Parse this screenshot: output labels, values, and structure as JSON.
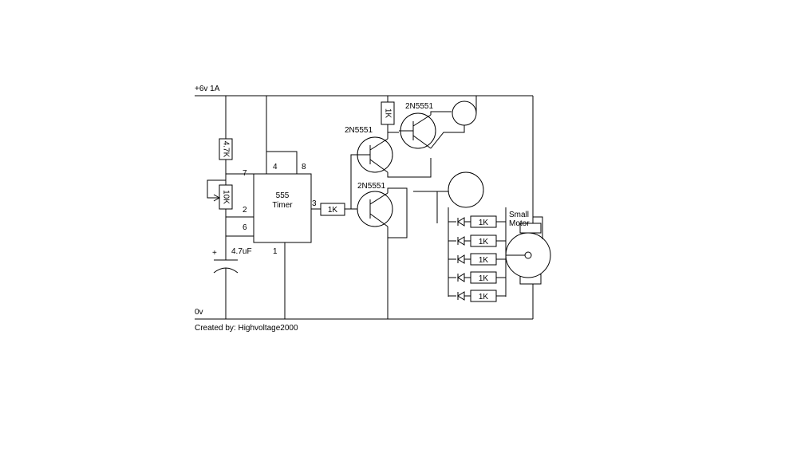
{
  "rail_top_label": "+6v  1A",
  "rail_bottom_label": "0v",
  "credit": "Created by: Highvoltage2000",
  "resistor_4k7": "4.7K",
  "pot_10k": "10K",
  "cap_label": "4.7uF",
  "cap_plus": "+",
  "timer": {
    "line1": "555",
    "line2": "Timer"
  },
  "pins": {
    "p7": "7",
    "p2": "2",
    "p6": "6",
    "p4": "4",
    "p8": "8",
    "p3": "3",
    "p1": "1"
  },
  "base_resistor": "1K",
  "top_resistor": "1K",
  "transistors": [
    "2N5551",
    "2N5551",
    "2N5551"
  ],
  "led_resistors": [
    "1K",
    "1K",
    "1K",
    "1K",
    "1K"
  ],
  "motor": {
    "line1": "Small",
    "line2": "Motor"
  }
}
